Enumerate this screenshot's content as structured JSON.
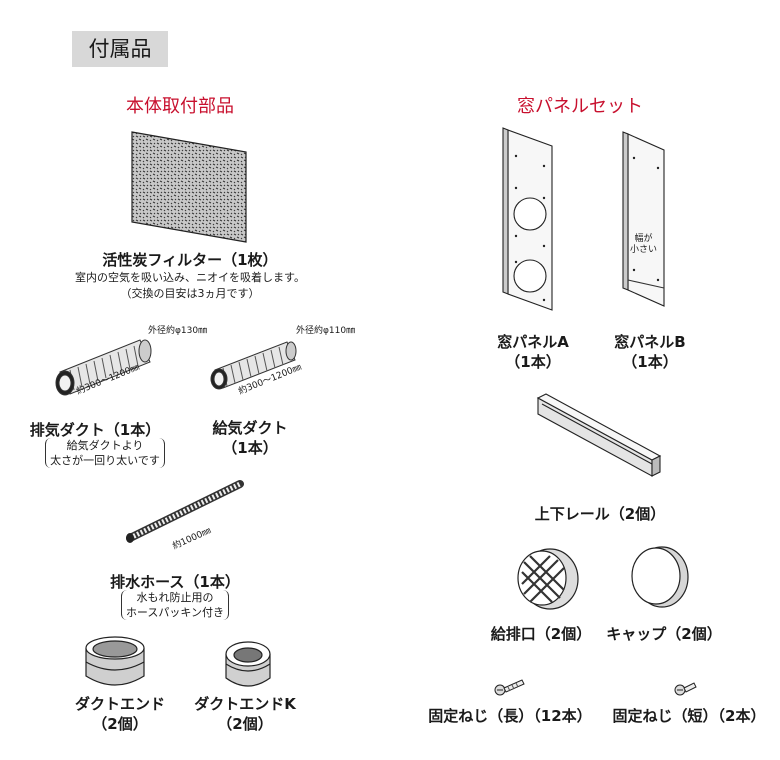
{
  "header": {
    "title": "付属品"
  },
  "sections": {
    "body_parts": "本体取付部品",
    "window_panel_set": "窓パネルセット"
  },
  "filter": {
    "name": "活性炭フィルター（1枚）",
    "desc1": "室内の空気を吸い込み、ニオイを吸着します。",
    "desc2": "（交換の目安は3ヵ月です）"
  },
  "exhaust_duct": {
    "name": "排気ダクト（1本）",
    "note1": "給気ダクトより",
    "note2": "太さが一回り太いです",
    "diameter": "外径約φ130㎜",
    "length": "約300～1200㎜"
  },
  "intake_duct": {
    "name": "給気ダクト",
    "qty": "（1本）",
    "diameter": "外径約φ110㎜",
    "length": "約300～1200㎜"
  },
  "drain_hose": {
    "name": "排水ホース（1本）",
    "note1": "水もれ防止用の",
    "note2": "ホースパッキン付き",
    "length": "約1000㎜"
  },
  "duct_end": {
    "name": "ダクトエンド",
    "qty": "（2個）"
  },
  "duct_end_k": {
    "name": "ダクトエンドK",
    "qty": "（2個）"
  },
  "panel_a": {
    "name": "窓パネルA",
    "qty": "（1本）"
  },
  "panel_b": {
    "name": "窓パネルB",
    "qty": "（1本）",
    "note1": "幅が",
    "note2": "小さい"
  },
  "rail": {
    "name": "上下レール（2個）"
  },
  "vent": {
    "name": "給排口（2個）"
  },
  "cap": {
    "name": "キャップ（2個）"
  },
  "screw_long": {
    "name": "固定ねじ（長）（12本）"
  },
  "screw_short": {
    "name": "固定ねじ（短）（2本）"
  }
}
